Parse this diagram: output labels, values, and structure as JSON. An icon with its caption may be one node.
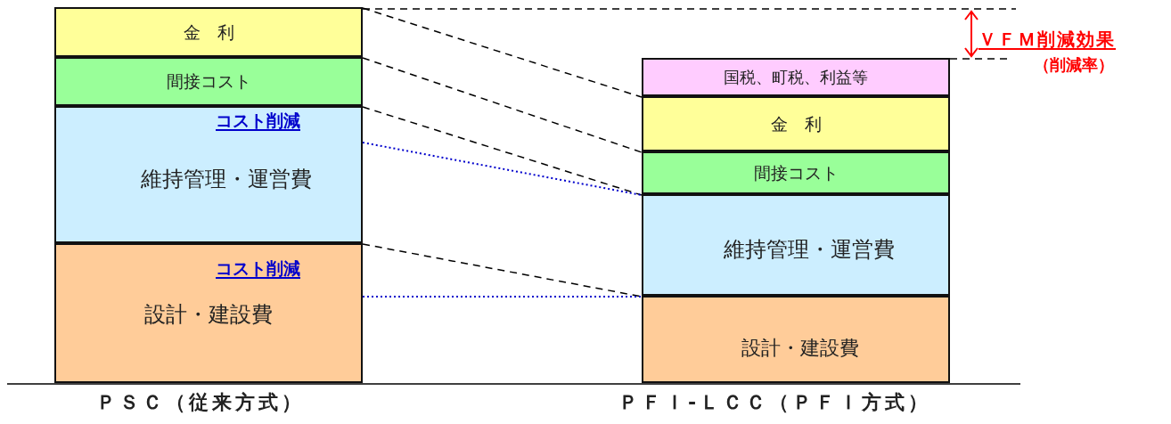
{
  "diagram": {
    "nodes": [
      {
        "text": [
          "金　利"
        ]
      },
      {
        "text": [
          "間接コスト"
        ]
      },
      {
        "text": [
          "維持管理・運営費"
        ]
      },
      {
        "text": [
          "設計・建設費"
        ]
      },
      {
        "text": [
          "国税、町税、利益等"
        ]
      },
      {
        "text": [
          "金　利"
        ]
      },
      {
        "text": [
          "間接コスト"
        ]
      },
      {
        "text": [
          "維持管理・運営費"
        ]
      },
      {
        "text": [
          "設計・建設費"
        ]
      }
    ],
    "edges": [
      {
        "from": 0,
        "to": 5,
        "arrow": "none",
        "style": "dashed"
      },
      {
        "from": 1,
        "to": 6,
        "arrow": "none",
        "style": "dashed"
      },
      {
        "from": 2,
        "to": 7,
        "arrow": "none",
        "style": "dashed"
      },
      {
        "from": 3,
        "to": 8,
        "arrow": "none",
        "style": "dashed"
      },
      {
        "from": 2,
        "to": 7,
        "arrow": "none",
        "style": "dashed",
        "color": "#0000cc"
      },
      {
        "from": 3,
        "to": 8,
        "arrow": "none",
        "style": "dashed",
        "color": "#0000cc"
      }
    ],
    "labels": [
      "ＶＦＭ削減効果",
      "（削減率）",
      "コスト削減",
      "コスト削減",
      "ＰＳＣ（従来方式）",
      "ＰＦＩ-ＬＣＣ（ＰＦＩ方式）"
    ]
  }
}
